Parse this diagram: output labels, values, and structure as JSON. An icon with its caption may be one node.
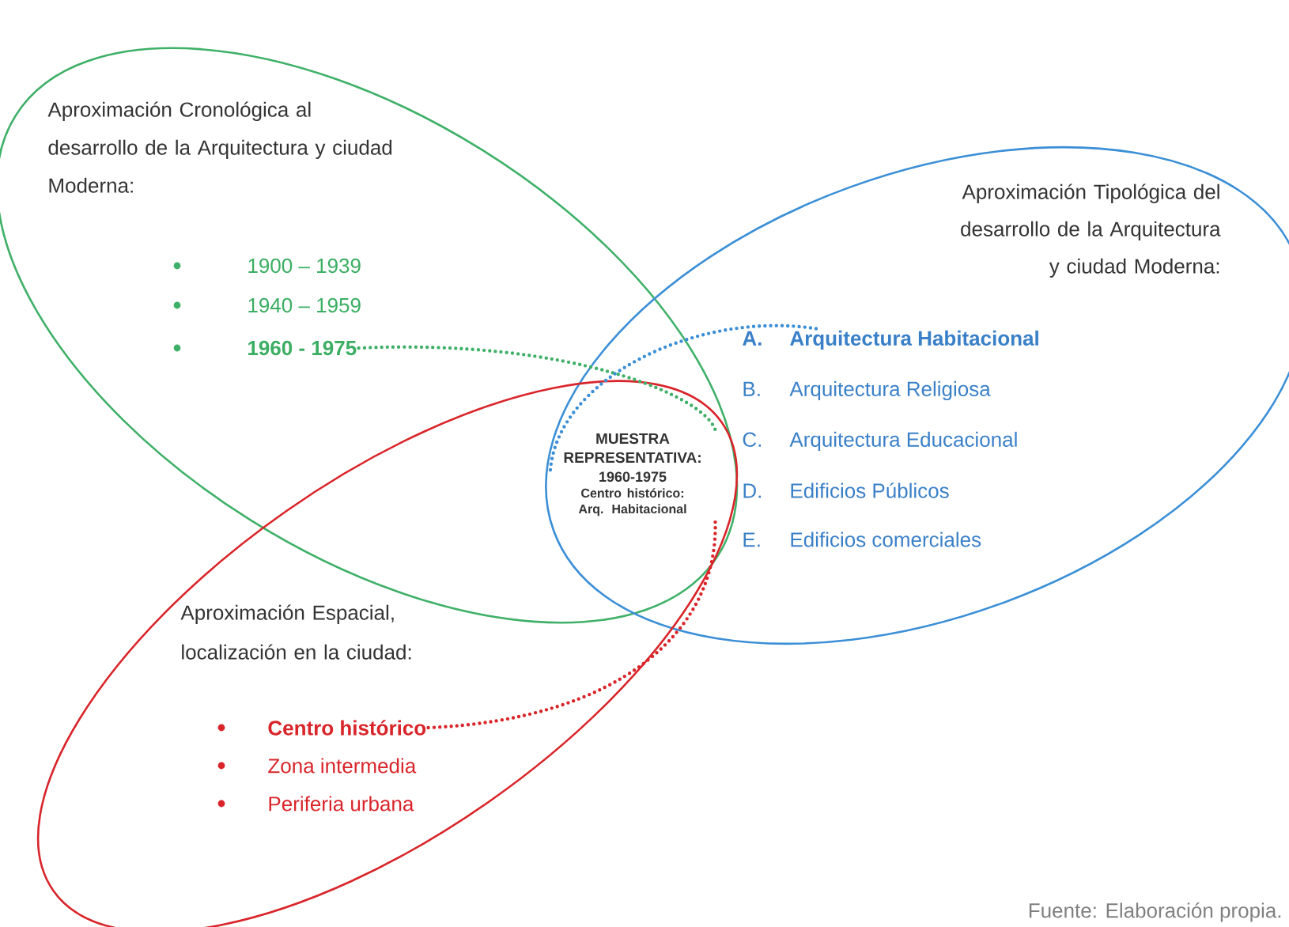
{
  "diagram": {
    "nodes": [
      {
        "text": [
          "Aproximación Cronológica al desarrollo de la Arquitectura y ciudad Moderna:"
        ]
      },
      {
        "text": [
          "1900 – 1939"
        ],
        "in": 0
      },
      {
        "text": [
          "1940 – 1959"
        ],
        "in": 0
      },
      {
        "text": [
          "1960 - 1975"
        ],
        "in": 0
      },
      {
        "text": [
          "Aproximación Tipológica del desarrollo de la Arquitectura y ciudad Moderna:"
        ]
      },
      {
        "text": [
          "A.",
          "Arquitectura Habitacional"
        ],
        "in": 4
      },
      {
        "text": [
          "B.",
          "Arquitectura Religiosa"
        ],
        "in": 4
      },
      {
        "text": [
          "C.",
          "Arquitectura Educacional"
        ],
        "in": 4
      },
      {
        "text": [
          "D.",
          "Edificios Públicos"
        ],
        "in": 4
      },
      {
        "text": [
          "E.",
          "Edificios comerciales"
        ],
        "in": 4
      },
      {
        "text": [
          "Aproximación Espacial, localización en la ciudad:"
        ]
      },
      {
        "text": [
          "Centro histórico"
        ],
        "in": 10
      },
      {
        "text": [
          "Zona intermedia"
        ],
        "in": 10
      },
      {
        "text": [
          "Periferia urbana"
        ],
        "in": 10
      },
      {
        "text": [
          "MUESTRA REPRESENTATIVA:",
          "1960-1975",
          "Centro histórico: Arq. Habitacional"
        ]
      }
    ],
    "edges": [
      {
        "from": 3,
        "to": 14,
        "arrow": "none",
        "style": "dashed",
        "color": "#3fb068"
      },
      {
        "from": 5,
        "to": 14,
        "arrow": "none",
        "style": "dashed",
        "color": "#3b8fd6"
      },
      {
        "from": 11,
        "to": 14,
        "arrow": "none",
        "style": "dashed",
        "color": "#d9252a"
      }
    ],
    "labels": [
      "Fuente: Elaboración propia."
    ]
  }
}
